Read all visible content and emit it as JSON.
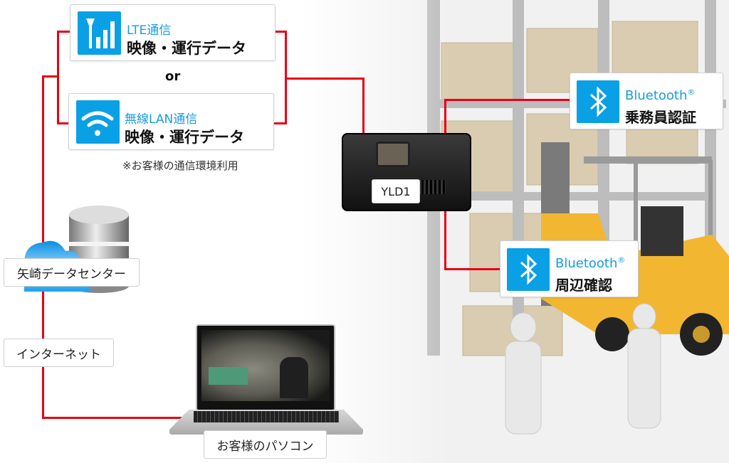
{
  "lte": {
    "title": "LTE通信",
    "subtitle": "映像・運行データ",
    "icon": "signal-bars-icon"
  },
  "or_label": "or",
  "wifi": {
    "title": "無線LAN通信",
    "subtitle": "映像・運行データ",
    "icon": "wifi-icon"
  },
  "note": "※お客様の通信環境利用",
  "device": {
    "label": "YLD1"
  },
  "bt_driver": {
    "title": "Bluetooth",
    "reg": "®",
    "subtitle": "乗務員認証",
    "icon": "bluetooth-icon"
  },
  "bt_surround": {
    "title": "Bluetooth",
    "reg": "®",
    "subtitle": "周辺確認",
    "icon": "bluetooth-icon"
  },
  "datacenter": {
    "label": "矢崎データセンター"
  },
  "internet": {
    "label": "インターネット"
  },
  "pc": {
    "label": "お客様のパソコン"
  },
  "colors": {
    "line": "#e60012",
    "accent": "#0aa0e6"
  }
}
